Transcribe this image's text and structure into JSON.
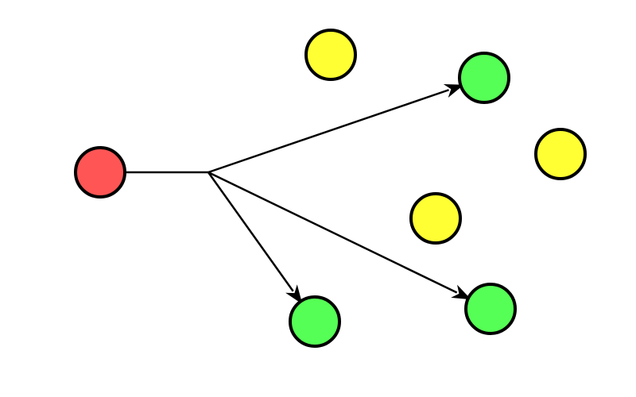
{
  "colors": {
    "background": "#ffffff",
    "stroke": "#000000",
    "source": "#ff5555",
    "target": "#55ff55",
    "other": "#ffff33"
  },
  "nodes": [
    {
      "id": "source",
      "role": "source"
    },
    {
      "id": "target-1",
      "role": "target"
    },
    {
      "id": "target-2",
      "role": "target"
    },
    {
      "id": "target-3",
      "role": "target"
    },
    {
      "id": "other-1",
      "role": "other"
    },
    {
      "id": "other-2",
      "role": "other"
    },
    {
      "id": "other-3",
      "role": "other"
    }
  ],
  "edges": [
    {
      "from": "source",
      "to": "target-1",
      "arrow": true
    },
    {
      "from": "source",
      "to": "target-2",
      "arrow": true
    },
    {
      "from": "source",
      "to": "target-3",
      "arrow": true
    }
  ]
}
